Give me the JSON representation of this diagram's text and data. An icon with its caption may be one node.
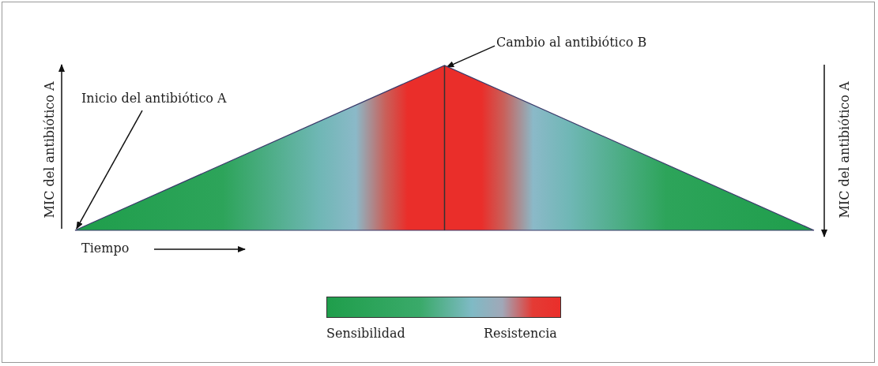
{
  "diagram": {
    "nodes": [
      {
        "text": [
          "Inicio del antibiótico A"
        ]
      },
      {
        "text": [
          "Cambio al antibiótico B"
        ]
      },
      {
        "text": [],
        "shape": "triangle"
      },
      {
        "text": [],
        "shape": "bar"
      }
    ],
    "edges": [
      {
        "from": 0,
        "to": 2,
        "arrow": "to"
      },
      {
        "from": 1,
        "to": 2,
        "arrow": "to"
      }
    ],
    "labels": [
      "MIC del antibiótico A",
      "Tiempo",
      "MIC del antibiótico A",
      "Sensibilidad",
      "Resistencia"
    ]
  }
}
